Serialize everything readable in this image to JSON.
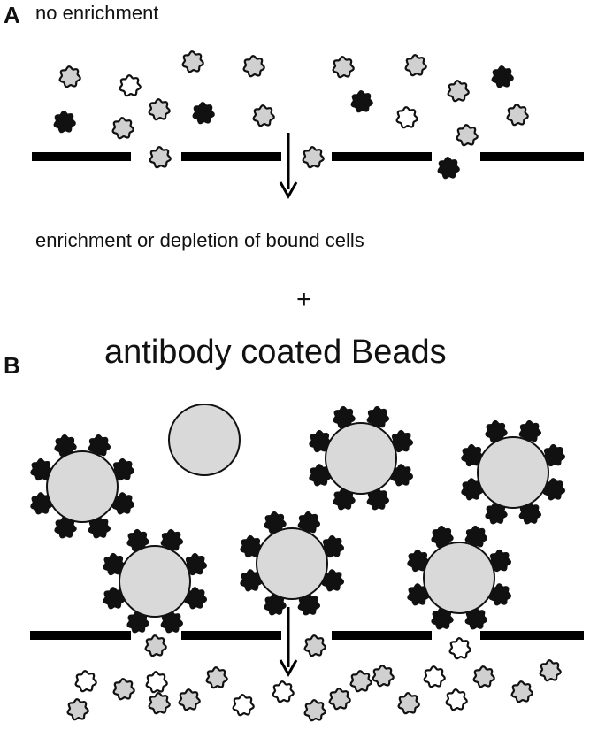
{
  "panel_a": {
    "letter": "A",
    "caption": "no enrichment"
  },
  "middle": {
    "caption": "enrichment or depletion of bound cells",
    "plus": "+"
  },
  "panel_b": {
    "letter": "B",
    "caption": "antibody coated Beads"
  },
  "colors": {
    "gray_cell": "#d0d0d0",
    "white_cell": "#ffffff",
    "black_cell": "#111111",
    "bead": "#d9d9d9",
    "barrier": "#000000"
  }
}
